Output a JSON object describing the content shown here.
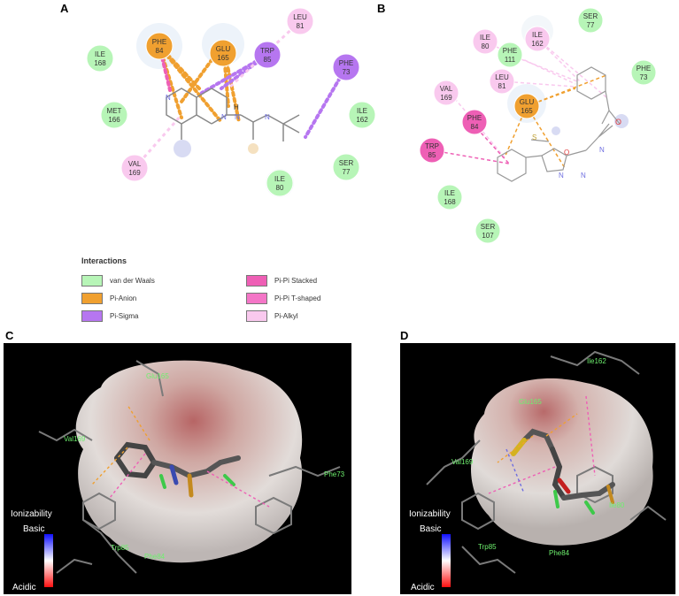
{
  "panels": {
    "a": "A",
    "b": "B",
    "c": "C",
    "d": "D"
  },
  "colors": {
    "vdw": "#b7f5b7",
    "pi_anion": "#f0a030",
    "pi_sigma": "#b676f0",
    "pi_pi_stacked": "#ee5fb5",
    "pi_pi_tshaped": "#f476c7",
    "pi_alkyl": "#f9c9ee"
  },
  "diagram_a": {
    "residues": [
      {
        "name": "PHE",
        "num": "84",
        "type": "pi_anion"
      },
      {
        "name": "GLU",
        "num": "165",
        "type": "pi_anion"
      },
      {
        "name": "TRP",
        "num": "85",
        "type": "pi_sigma"
      },
      {
        "name": "LEU",
        "num": "81",
        "type": "pi_alkyl"
      },
      {
        "name": "PHE",
        "num": "73",
        "type": "pi_sigma"
      },
      {
        "name": "ILE",
        "num": "168",
        "type": "vdw"
      },
      {
        "name": "MET",
        "num": "166",
        "type": "vdw"
      },
      {
        "name": "ILE",
        "num": "162",
        "type": "vdw"
      },
      {
        "name": "VAL",
        "num": "169",
        "type": "pi_alkyl"
      },
      {
        "name": "SER",
        "num": "77",
        "type": "vdw"
      },
      {
        "name": "ILE",
        "num": "80",
        "type": "vdw"
      }
    ],
    "atoms": [
      "N",
      "N",
      "N",
      "H",
      "N"
    ]
  },
  "diagram_b": {
    "residues": [
      {
        "name": "SER",
        "num": "77",
        "type": "vdw"
      },
      {
        "name": "ILE",
        "num": "80",
        "type": "pi_alkyl"
      },
      {
        "name": "ILE",
        "num": "162",
        "type": "pi_alkyl"
      },
      {
        "name": "PHE",
        "num": "111",
        "type": "vdw"
      },
      {
        "name": "PHE",
        "num": "73",
        "type": "vdw"
      },
      {
        "name": "LEU",
        "num": "81",
        "type": "pi_alkyl"
      },
      {
        "name": "VAL",
        "num": "169",
        "type": "pi_alkyl"
      },
      {
        "name": "GLU",
        "num": "165",
        "type": "pi_anion"
      },
      {
        "name": "PHE",
        "num": "84",
        "type": "pi_pi_stacked"
      },
      {
        "name": "TRP",
        "num": "85",
        "type": "pi_pi_stacked"
      },
      {
        "name": "ILE",
        "num": "168",
        "type": "vdw"
      },
      {
        "name": "SER",
        "num": "107",
        "type": "vdw"
      }
    ],
    "atoms": [
      "O",
      "N",
      "S",
      "O",
      "N",
      "N"
    ]
  },
  "legend": {
    "title": "Interactions",
    "items": [
      {
        "label": "van der Waals",
        "type": "vdw"
      },
      {
        "label": "Pi-Anion",
        "type": "pi_anion"
      },
      {
        "label": "Pi-Sigma",
        "type": "pi_sigma"
      },
      {
        "label": "Pi-Pi Stacked",
        "type": "pi_pi_stacked"
      },
      {
        "label": "Pi-Pi T-shaped",
        "type": "pi_pi_tshaped"
      },
      {
        "label": "Pi-Alkyl",
        "type": "pi_alkyl"
      }
    ]
  },
  "view_c": {
    "residue_labels": [
      "Glu165",
      "Val169",
      "Phe73",
      "Trp85",
      "Phe84"
    ],
    "ionizability": {
      "title": "Ionizability",
      "basic": "Basic",
      "acidic": "Acidic"
    }
  },
  "view_d": {
    "residue_labels": [
      "Ile162",
      "Glu165",
      "Val169",
      "Ile80",
      "Trp85",
      "Phe84"
    ],
    "ionizability": {
      "title": "Ionizability",
      "basic": "Basic",
      "acidic": "Acidic"
    }
  }
}
